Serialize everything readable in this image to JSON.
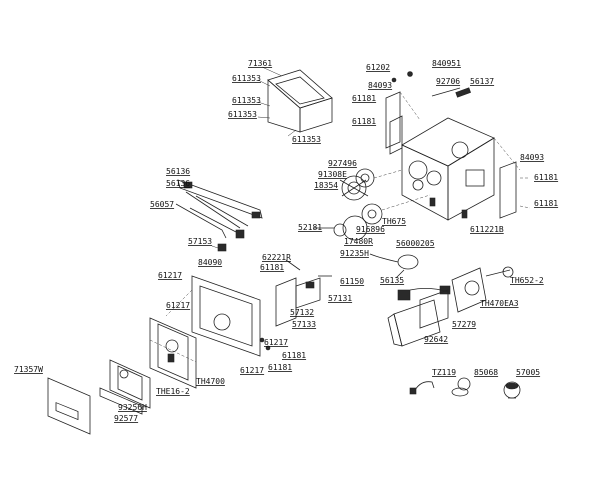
{
  "labels": {
    "l_71361": "71361",
    "l_611353_a": "611353",
    "l_611353_b": "611353",
    "l_611353_c": "611353",
    "l_611353_d": "611353",
    "l_61202": "61202",
    "l_840951": "840951",
    "l_84093_a": "84093",
    "l_92706": "92706",
    "l_56137": "56137",
    "l_61181_a": "61181",
    "l_61181_b": "61181",
    "l_927496": "927496",
    "l_91308e": "91308E",
    "l_18354": "18354",
    "l_84093_b": "84093",
    "l_61181_c": "61181",
    "l_61181_d": "61181",
    "l_56136_a": "56136",
    "l_56136_b": "56136",
    "l_56057": "56057",
    "l_th675": "TH675",
    "l_916896": "916896",
    "l_611221b": "611221B",
    "l_52181": "52181",
    "l_17480r": "17480R",
    "l_91235h": "91235H",
    "l_56000205": "56000205",
    "l_57153": "57153",
    "l_62221r": "62221R",
    "l_84090": "84090",
    "l_61181_e": "61181",
    "l_61150": "61150",
    "l_61217_a": "61217",
    "l_57131": "57131",
    "l_56135": "56135",
    "l_th652": "TH652-2",
    "l_th470ea3": "TH470EA3",
    "l_61217_b": "61217",
    "l_57132": "57132",
    "l_57133": "57133",
    "l_57279": "57279",
    "l_92642": "92642",
    "l_61217_c": "61217",
    "l_61181_f": "61181",
    "l_61181_g": "61181",
    "l_61217_d": "61217",
    "l_th4700": "TH4700",
    "l_the16": "THE16-2",
    "l_71357w": "71357W",
    "l_93256h": "93256H",
    "l_92577": "92577",
    "l_tz119": "TZ119",
    "l_85068": "85068",
    "l_57005": "57005"
  }
}
